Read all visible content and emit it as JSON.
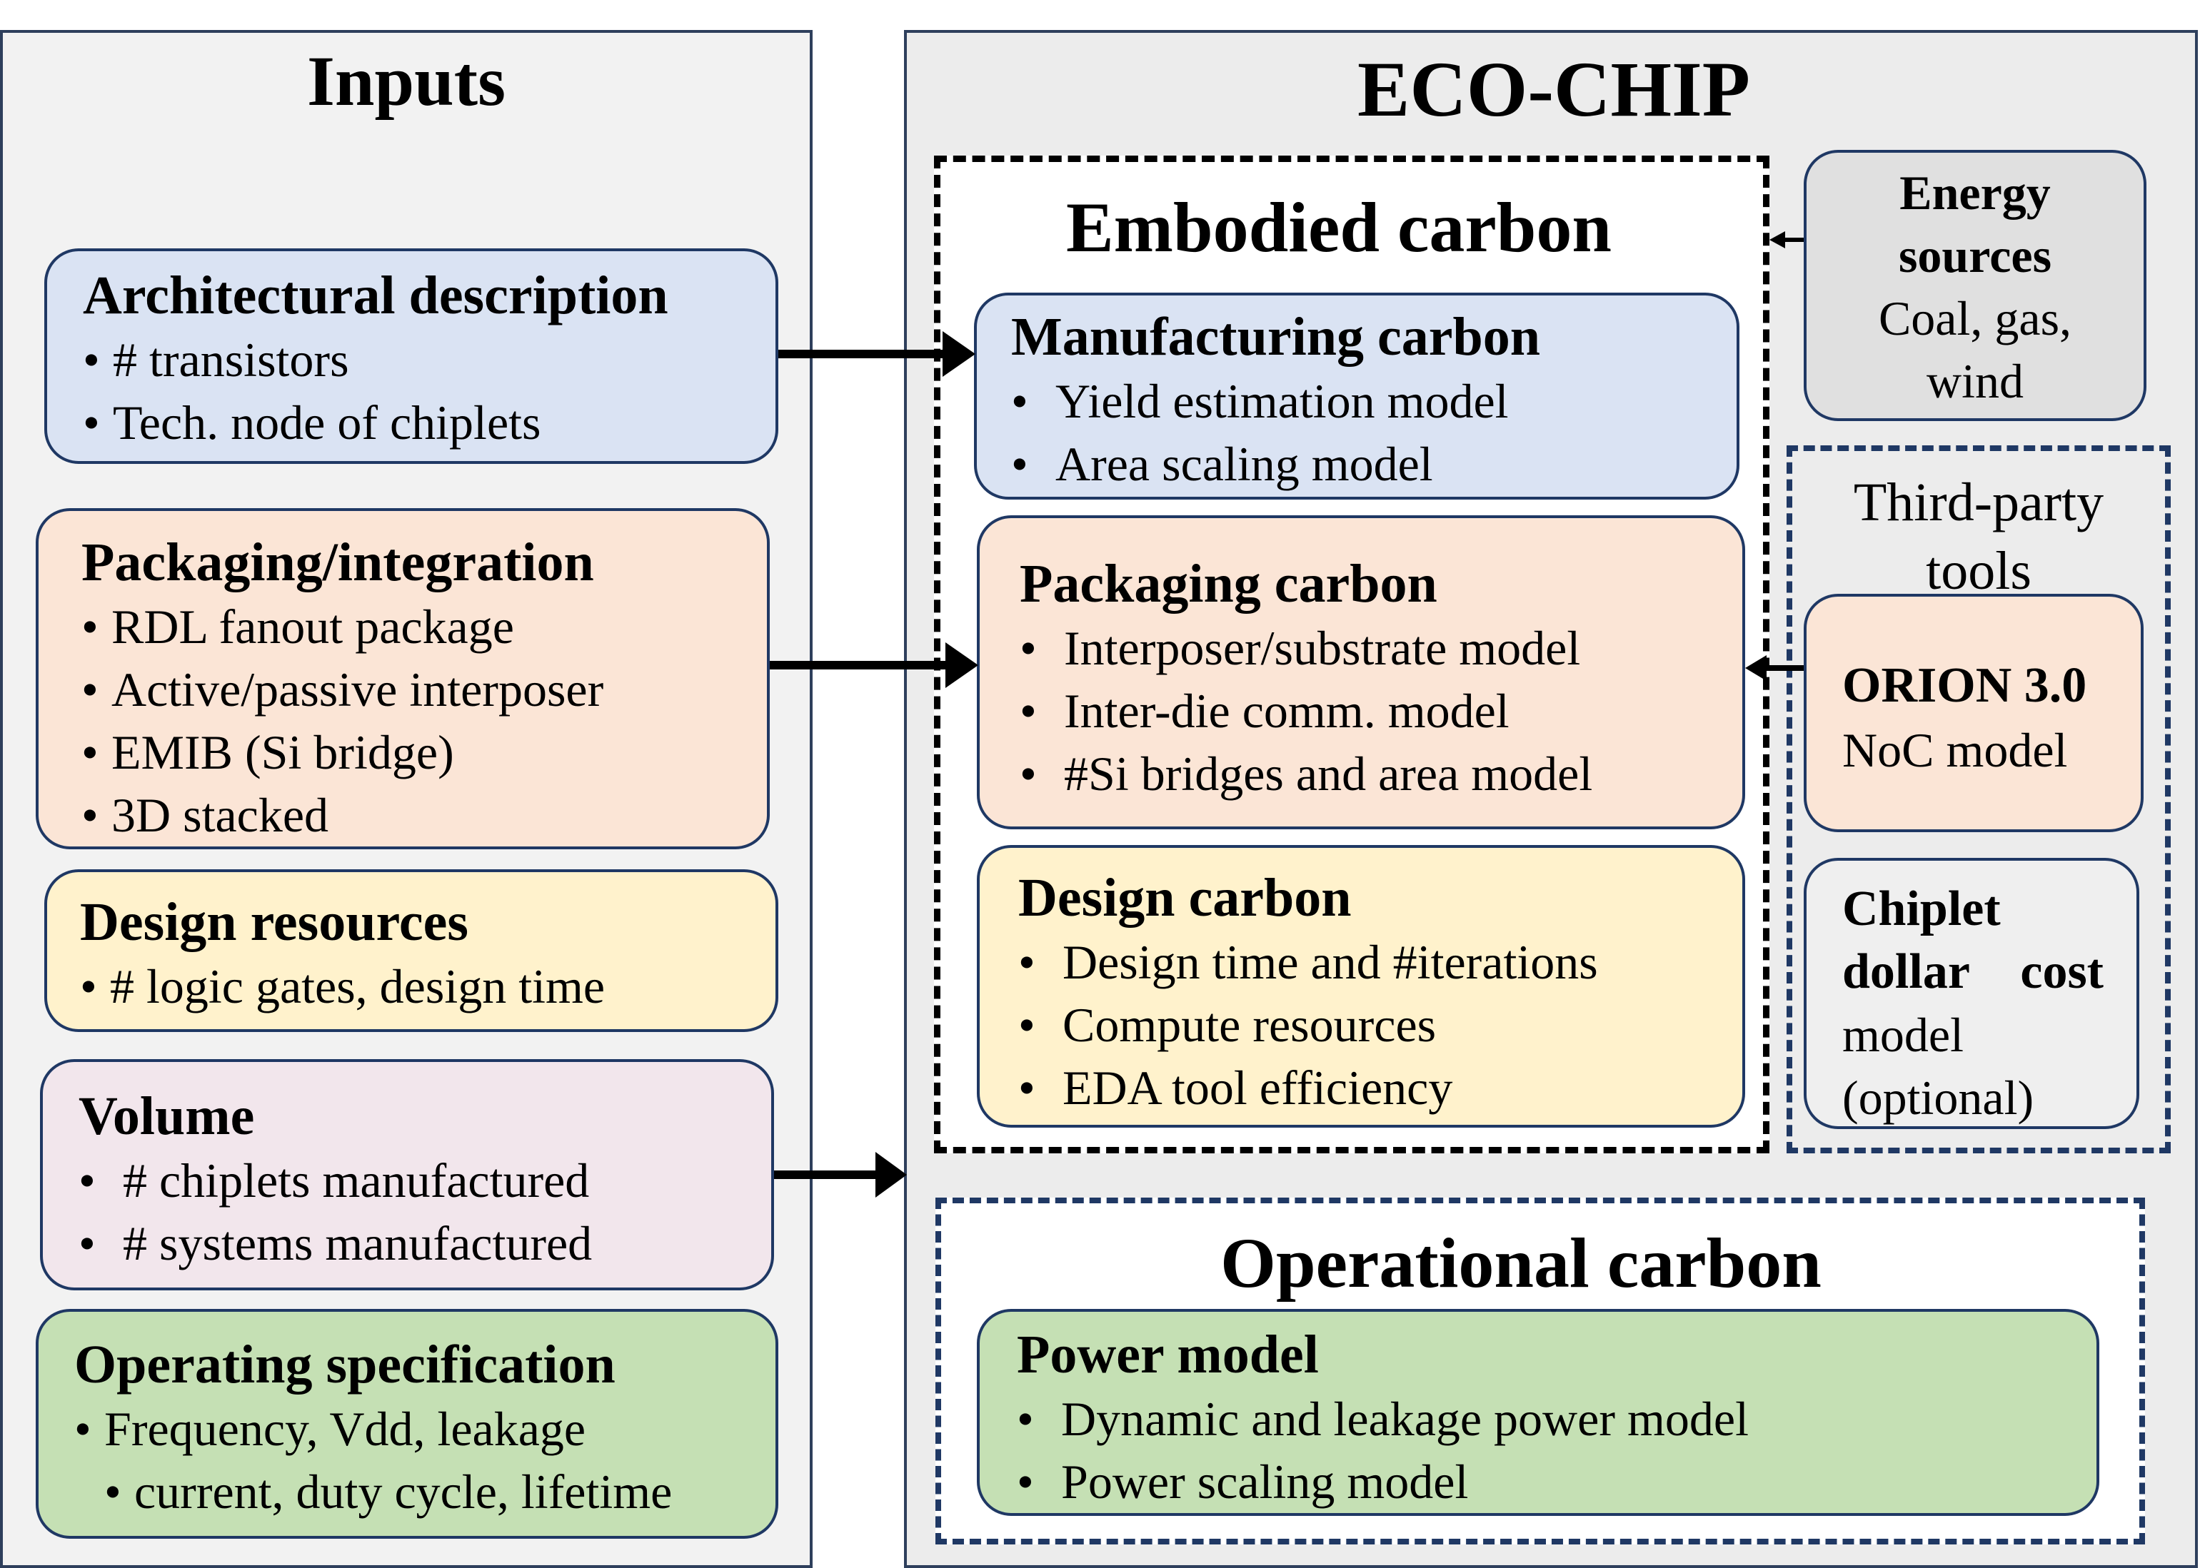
{
  "inputs": {
    "title": "Inputs",
    "architectural": {
      "title": "Architectural description",
      "items": [
        "# transistors",
        "Tech. node of chiplets"
      ]
    },
    "packaging": {
      "title": "Packaging/integration",
      "items": [
        "RDL fanout package",
        "Active/passive interposer",
        "EMIB (Si bridge)",
        "3D stacked"
      ]
    },
    "design": {
      "title": "Design resources",
      "items": [
        "# logic gates, design time"
      ]
    },
    "volume": {
      "title": "Volume",
      "items": [
        "# chiplets manufactured",
        "# systems manufactured"
      ]
    },
    "operating": {
      "title": "Operating specification",
      "items": [
        "Frequency, Vdd, leakage",
        "current, duty cycle, lifetime"
      ]
    }
  },
  "eco": {
    "title": "ECO-CHIP",
    "embodied": {
      "title": "Embodied carbon",
      "manufacturing": {
        "title": "Manufacturing carbon",
        "items": [
          "Yield estimation model",
          "Area scaling model"
        ]
      },
      "packaging": {
        "title": "Packaging carbon",
        "items": [
          "Interposer/substrate model",
          "Inter-die comm. model",
          "#Si bridges and area model"
        ]
      },
      "design": {
        "title": "Design carbon",
        "items": [
          "Design time and #iterations",
          "Compute resources",
          "EDA tool efficiency"
        ]
      }
    },
    "energy": {
      "title_line1": "Energy",
      "title_line2": "sources",
      "text_line1": "Coal, gas,",
      "text_line2": "wind"
    },
    "third_party": {
      "title_line1": "Third-party",
      "title_line2": "tools",
      "orion": {
        "title": "ORION 3.0",
        "text": "NoC model"
      },
      "chiplet": {
        "title_line1": "Chiplet",
        "title_line2a": "dollar",
        "title_line2b": "cost",
        "text_line1": "model",
        "text_line2": "(optional)"
      }
    },
    "operational": {
      "title": "Operational carbon",
      "power": {
        "title": "Power model",
        "items": [
          "Dynamic and leakage power model",
          "Power scaling model"
        ]
      }
    }
  }
}
